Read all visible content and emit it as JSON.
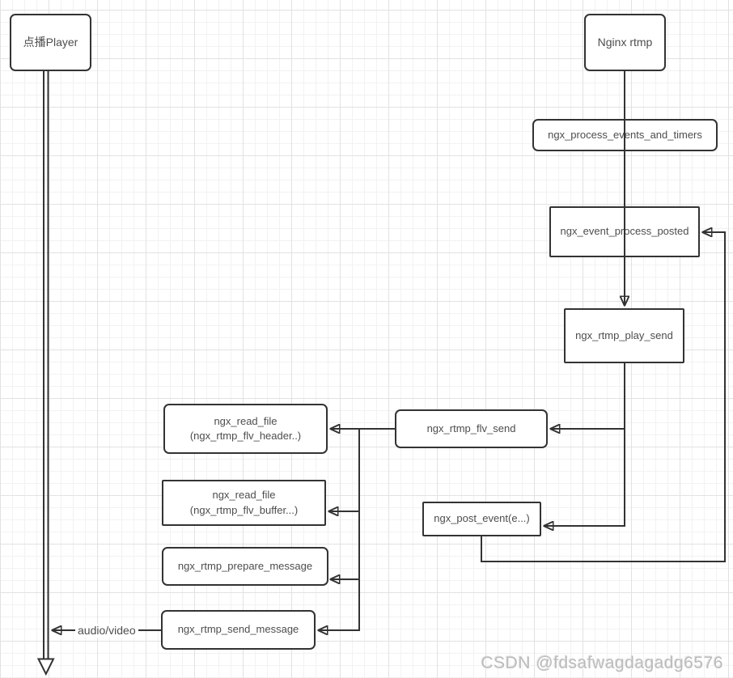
{
  "nodes": {
    "player": {
      "label": "点播Player"
    },
    "nginx": {
      "label": "Nginx rtmp"
    },
    "process_events": {
      "label": "ngx_process_events_and_timers"
    },
    "event_posted": {
      "label": "ngx_event_process_posted"
    },
    "play_send": {
      "label": "ngx_rtmp_play_send"
    },
    "flv_send": {
      "label": "ngx_rtmp_flv_send"
    },
    "read_header": {
      "label": "ngx_read_file\n(ngx_rtmp_flv_header..)"
    },
    "read_buffer": {
      "label": "ngx_read_file\n(ngx_rtmp_flv_buffer...)"
    },
    "prepare": {
      "label": "ngx_rtmp_prepare_message"
    },
    "send": {
      "label": "ngx_rtmp_send_message"
    },
    "post_event": {
      "label": "ngx_post_event(e...)"
    }
  },
  "edges": {
    "audio_video": {
      "label": "audio/video"
    }
  },
  "watermark": {
    "text": "CSDN @fdsafwagdagadg6576"
  },
  "colors": {
    "line": "#333333",
    "node_border": "#333333",
    "node_text": "#4d4d4d",
    "background": "#ffffff",
    "grid_minor": "#f2f2f2",
    "grid_major": "#e2e2e2",
    "watermark": "#bcbcbc"
  }
}
